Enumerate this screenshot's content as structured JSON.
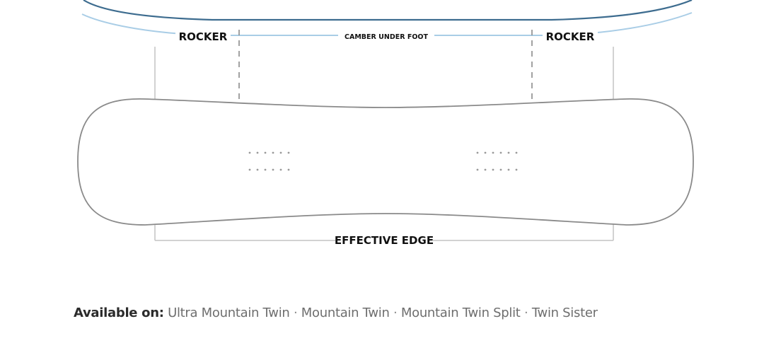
{
  "diagram": {
    "labels": {
      "rocker_left": "ROCKER",
      "camber": "CAMBER UNDER FOOT",
      "rocker_right": "ROCKER",
      "effective_edge": "EFFECTIVE EDGE"
    }
  },
  "footer": {
    "prefix": "Available on:",
    "models": [
      "Ultra Mountain Twin",
      "Mountain Twin",
      "Mountain Twin Split",
      "Twin Sister"
    ],
    "separator": "·"
  },
  "colors": {
    "profile_dark": "#3d6c8f",
    "profile_light": "#a9cde6",
    "board_outline": "#8a8a8a",
    "guide_line": "#c4c4c4",
    "dashed_line": "#8a8a8a",
    "insert_dots": "#9a9a9a"
  }
}
